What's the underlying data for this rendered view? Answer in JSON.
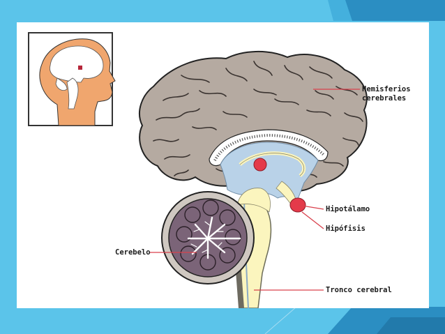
{
  "labels": {
    "hemispheres_line1": "Hemisferios",
    "hemispheres_line2": "cerebrales",
    "hypothalamus": "Hipotálamo",
    "pituitary": "Hipófisis",
    "cerebellum": "Cerebelo",
    "brainstem": "Tronco cerebral"
  },
  "colors": {
    "slide_background": "#5bc4ea",
    "accent_dark": "#2b8ec2",
    "cortex": "#b5aaa1",
    "ventricle": "#b9d2e8",
    "stem": "#fbf5be",
    "skin": "#f0a66e",
    "cerebellum": "#7b6478",
    "marker": "#e43a4a",
    "leader_line": "#d9404c"
  }
}
